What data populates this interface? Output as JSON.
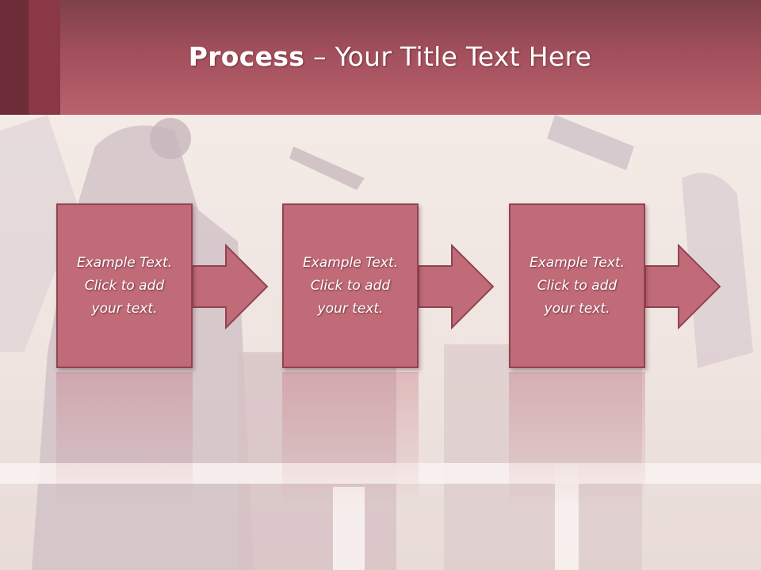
{
  "slide": {
    "title_bold": "Process",
    "title_rest": " – Your Title Text Here",
    "steps": [
      {
        "line1": "Example Text.",
        "line2": "Click  to add",
        "line3": "your text."
      },
      {
        "line1": "Example Text.",
        "line2": "Click  to add",
        "line3": "your text."
      },
      {
        "line1": "Example Text.",
        "line2": "Click  to add",
        "line3": "your text."
      }
    ]
  },
  "colors": {
    "header_top": "#7d414b",
    "header_bottom": "#b9626d",
    "box_fill": "#c16b78",
    "box_border": "#8f4453",
    "text": "#ffffff"
  }
}
